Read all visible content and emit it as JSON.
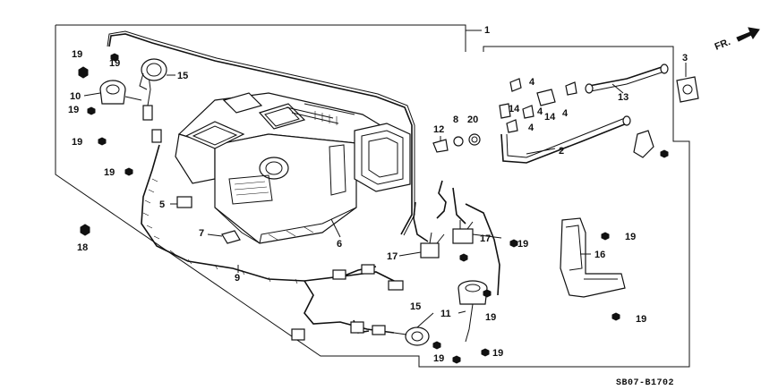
{
  "direction_label": "FR.",
  "diagram_code": "SB07-B1702",
  "callouts": {
    "c1": "1",
    "c2": "2",
    "c3": "3",
    "c4a": "4",
    "c4b": "4",
    "c4c": "4",
    "c4d": "4",
    "c5": "5",
    "c6": "6",
    "c7": "7",
    "c8": "8",
    "c9": "9",
    "c10": "10",
    "c11": "11",
    "c12": "12",
    "c13": "13",
    "c14a": "14",
    "c14b": "14",
    "c15a": "15",
    "c15b": "15",
    "c16": "16",
    "c17a": "17",
    "c17b": "17",
    "c18": "18",
    "c19a": "19",
    "c19b": "19",
    "c19c": "19",
    "c19d": "19",
    "c19e": "19",
    "c19f": "19",
    "c19g": "19",
    "c19h": "19",
    "c19i": "19",
    "c19j": "19",
    "c19k": "19",
    "c20": "20"
  },
  "colors": {
    "line": "#111111",
    "background": "#ffffff"
  }
}
